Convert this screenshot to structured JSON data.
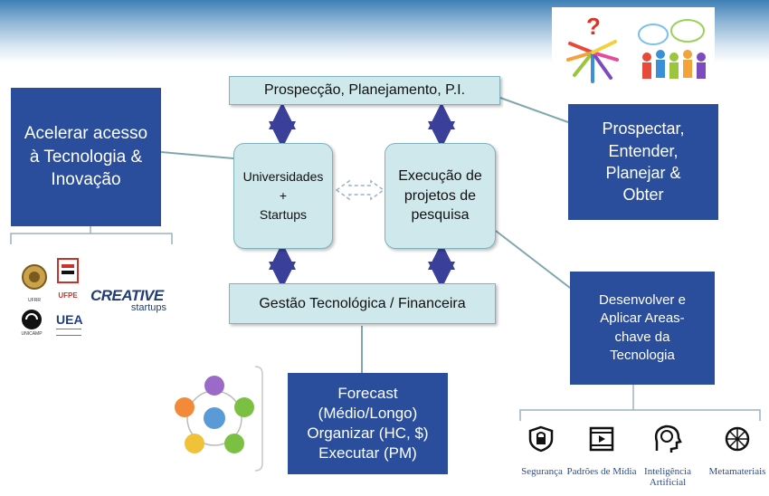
{
  "boxes": {
    "acelerar": "Acelerar acesso\nà Tecnologia &\nInovação",
    "prospeccao": "Prospecção, Planejamento, P.I.",
    "universidades": "Universidades\n+\nStartups",
    "execucao": "Execução de\nprojetos de\npesquisa",
    "prospectar": "Prospectar,\nEntender,\nPlanejar &\nObter",
    "gestao": "Gestão Tecnológica / Financeira",
    "desenvolver": "Desenvolver e\nAplicar Areas-\nchave da\nTecnologia",
    "forecast": "Forecast\n(Médio/Longo)\nOrganizar (HC, $)\nExecutar (PM)"
  },
  "logos": {
    "creative_main": "CREATIVE",
    "creative_sub": "startups",
    "ufpe": "UFPE",
    "uea": "UEA",
    "ufrr": "UFRR",
    "unicamp": "UNICAMP"
  },
  "tech_icons": [
    {
      "icon": "lock-shield-icon",
      "label": "Segurança"
    },
    {
      "icon": "media-player-icon",
      "label": "Padrões de Mídia"
    },
    {
      "icon": "brain-head-icon",
      "label": "Inteligência\nArtificial"
    },
    {
      "icon": "sphere-icon",
      "label": "Metamateriais"
    }
  ],
  "colors": {
    "navy": "#2a4e9c",
    "light_box": "#cfe8ec",
    "arrow": "#3a3f9a"
  }
}
